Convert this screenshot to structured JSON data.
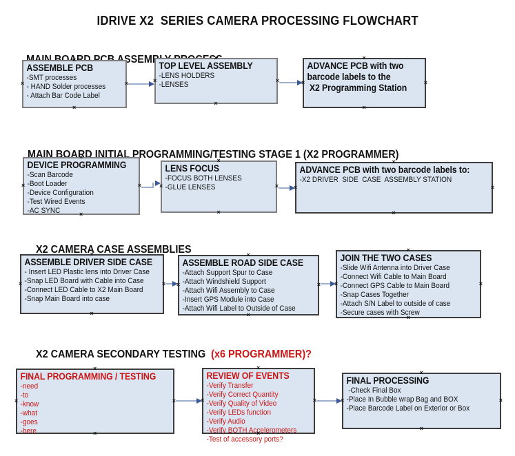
{
  "title": "IDRIVE X2  SERIES CAMERA PROCESSING FLOWCHART",
  "colors": {
    "red": "#cc1616",
    "box_fill": "#dbe5f1",
    "border_gray": "#7f7f7f",
    "border_dark": "#3d3d3d",
    "arrow_line": "#9cb0cd",
    "arrow_head": "#3a5796"
  },
  "sections": [
    {
      "heading": "MAIN BOARD PCB ASSEMBLY PROCESS",
      "boxes": [
        {
          "title": "ASSEMBLE PCB",
          "items": [
            "-SMT processes",
            "- HAND Solder processes",
            "- Attach Bar Code Label"
          ]
        },
        {
          "title": "TOP LEVEL ASSEMBLY",
          "items": [
            "-LENS HOLDERS",
            "-LENSES"
          ]
        },
        {
          "title": "ADVANCE PCB with two\nbarcode labels to the\n X2 Programming Station",
          "items": []
        }
      ]
    },
    {
      "heading": "MAIN BOARD INITIAL PROGRAMMING/TESTING STAGE 1 (X2 PROGRAMMER)",
      "boxes": [
        {
          "title": "DEVICE PROGRAMMING",
          "items": [
            "-Scan Barcode",
            "-Boot Loader",
            "-Device Configuration",
            "-Test Wired Events",
            "-AC SYNC"
          ]
        },
        {
          "title": "LENS FOCUS",
          "items": [
            "-FOCUS BOTH LENSES",
            "-GLUE LENSES"
          ]
        },
        {
          "title": "ADVANCE PCB with two barcode labels to:",
          "items": [
            "-X2 DRIVER  SIDE  CASE  ASSEMBLY STATION"
          ]
        }
      ]
    },
    {
      "heading": "X2 CAMERA CASE ASSEMBLIES",
      "boxes": [
        {
          "title": "ASSEMBLE DRIVER SIDE CASE",
          "items": [
            "- Insert LED Plastic lens into Driver Case",
            "-Snap LED Board with Cable into Case",
            "-Connect LED Cable to X2 Main Board",
            "-Snap Main Board into case"
          ]
        },
        {
          "title": "ASSEMBLE ROAD SIDE CASE",
          "items": [
            "-Attach Support Spur to Case",
            "-Attach Windshield Support",
            "-Attach Wifi Assembly to Case",
            "-Insert GPS Module into Case",
            "-Attach Wifi Label to Outside of Case"
          ]
        },
        {
          "title": "JOIN THE TWO CASES",
          "items": [
            "-Slide Wifi Antenna into Driver Case",
            "-Connect Wifi Cable to Main Board",
            "-Connect GPS Cable to Main Board",
            "-Snap Cases Together",
            "-Attach S/N Label to outside of case",
            "-Secure cases with Screw"
          ]
        }
      ]
    },
    {
      "heading": "X2 CAMERA SECONDARY TESTING ",
      "heading_red": " (x6 PROGRAMMER)?",
      "boxes": [
        {
          "title": "FINAL PROGRAMMING / TESTING",
          "items": [
            "-need",
            "-to",
            "-know",
            "-what",
            "-goes",
            "-here"
          ]
        },
        {
          "title": "REVIEW OF EVENTS",
          "items": [
            "-Verify Transfer",
            "-Verify Correct Quantity",
            "-Verify Quality of Video",
            "-Verify LEDs function",
            "-Verify Audio",
            "-Verify BOTH Accelerometers",
            "-Test of accessory ports?"
          ]
        },
        {
          "title": "FINAL PROCESSING",
          "items": [
            " -Check Final Box",
            "-Place In Bubble wrap Bag and BOX",
            "-Place Barcode Label on Exterior or Box"
          ]
        }
      ]
    }
  ]
}
